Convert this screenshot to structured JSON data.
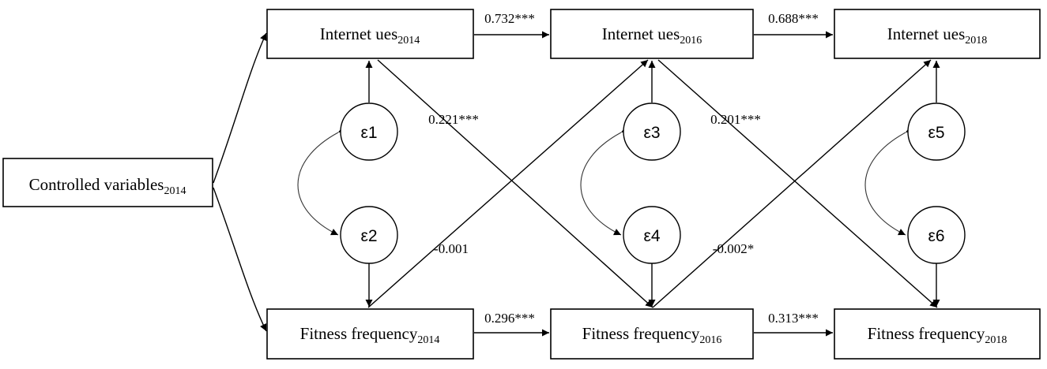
{
  "nodes": {
    "controlled": {
      "label": "Controlled variables",
      "sub": "2014"
    },
    "internet_2014": {
      "label": "Internet ues",
      "sub": "2014"
    },
    "internet_2016": {
      "label": "Internet ues",
      "sub": "2016"
    },
    "internet_2018": {
      "label": "Internet ues",
      "sub": "2018"
    },
    "fitness_2014": {
      "label": "Fitness frequency",
      "sub": "2014"
    },
    "fitness_2016": {
      "label": "Fitness frequency",
      "sub": "2016"
    },
    "fitness_2018": {
      "label": "Fitness frequency",
      "sub": "2018"
    }
  },
  "errors": {
    "e1": "ε1",
    "e2": "ε2",
    "e3": "ε3",
    "e4": "ε4",
    "e5": "ε5",
    "e6": "ε6"
  },
  "coefficients": {
    "internet_2014_2016": "0.732***",
    "internet_2016_2018": "0.688***",
    "fitness_2014_2016": "0.296***",
    "fitness_2016_2018": "0.313***",
    "internet_2014_fitness_2016": "0.221***",
    "internet_2016_fitness_2018": "0.201***",
    "fitness_2014_internet_2016": "-0.001",
    "fitness_2016_internet_2018": "-0.002*"
  }
}
